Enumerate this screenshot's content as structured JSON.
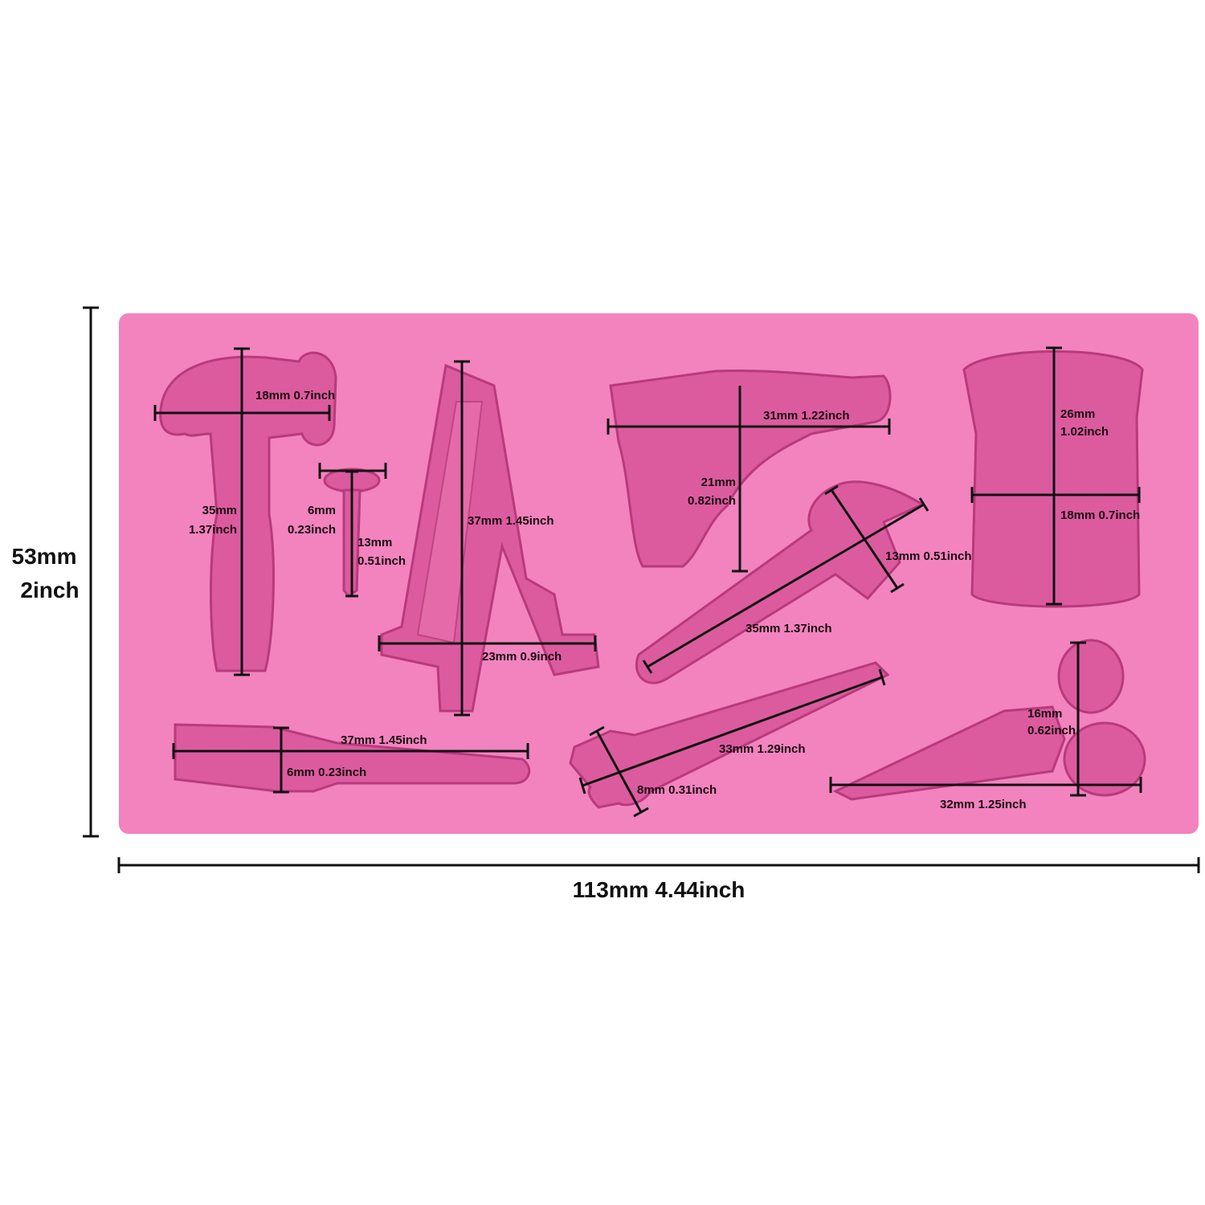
{
  "overall": {
    "height_mm": "53mm",
    "height_inch": "2inch",
    "width_label": "113mm 4.44inch"
  },
  "colors": {
    "mold": "#f283bf",
    "cavity": "#dc5b9f",
    "line": "#111111"
  },
  "tools": {
    "hammer": {
      "width": "18mm 0.7inch",
      "height_mm": "35mm",
      "height_inch": "1.37inch"
    },
    "nail": {
      "width_mm": "6mm",
      "width_inch": "0.23inch",
      "height_mm": "13mm",
      "height_inch": "0.51inch"
    },
    "ladder": {
      "height": "37mm 1.45inch",
      "width": "23mm 0.9inch"
    },
    "drill": {
      "width": "31mm 1.22inch",
      "height_mm": "21mm",
      "height_inch": "0.82inch"
    },
    "wrench": {
      "length": "35mm 1.37inch",
      "width": "13mm 0.51inch"
    },
    "paint_can": {
      "height_mm": "26mm",
      "height_inch": "1.02inch",
      "width": "18mm 0.7inch"
    },
    "screwdriver": {
      "length": "37mm 1.45inch",
      "width": "6mm 0.23inch"
    },
    "saw": {
      "length": "33mm 1.29inch",
      "width": "8mm 0.31inch"
    },
    "scissors": {
      "height_mm": "16mm",
      "height_inch": "0.62inch",
      "length": "32mm 1.25inch"
    }
  }
}
